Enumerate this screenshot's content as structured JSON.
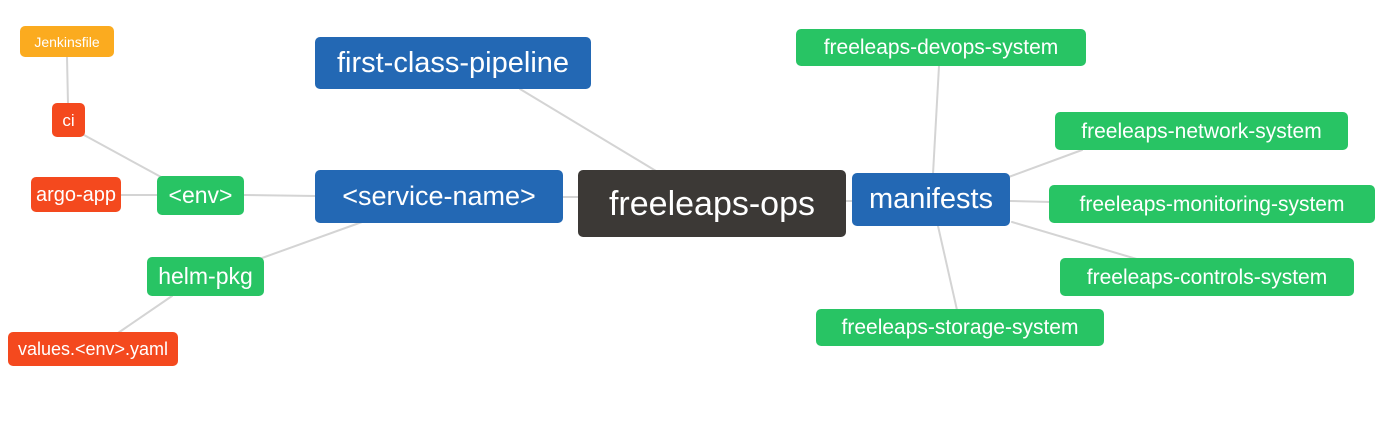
{
  "diagram": {
    "type": "mindmap",
    "center_node": "freeleaps-ops",
    "colors": {
      "blue": "#2368b4",
      "green": "#28c464",
      "red": "#f4491e",
      "orange": "#fbab1f",
      "dark": "#3c3936",
      "edge": "#d4d4d4",
      "background": "#ffffff",
      "text": "#ffffff"
    },
    "nodes": {
      "freeleaps_ops": {
        "label": "freeleaps-ops",
        "color": "dark",
        "role": "root"
      },
      "first_class_pipeline": {
        "label": "first-class-pipeline",
        "color": "blue"
      },
      "service_name": {
        "label": "<service-name>",
        "color": "blue"
      },
      "manifests": {
        "label": "manifests",
        "color": "blue"
      },
      "env": {
        "label": "<env>",
        "color": "green"
      },
      "helm_pkg": {
        "label": "helm-pkg",
        "color": "green"
      },
      "ci": {
        "label": "ci",
        "color": "red"
      },
      "argo_app": {
        "label": "argo-app",
        "color": "red"
      },
      "jenkinsfile": {
        "label": "Jenkinsfile",
        "color": "orange"
      },
      "values_env_yaml": {
        "label": "values.<env>.yaml",
        "color": "red"
      },
      "devops_system": {
        "label": "freeleaps-devops-system",
        "color": "green"
      },
      "network_system": {
        "label": "freeleaps-network-system",
        "color": "green"
      },
      "monitoring_system": {
        "label": "freeleaps-monitoring-system",
        "color": "green"
      },
      "controls_system": {
        "label": "freeleaps-controls-system",
        "color": "green"
      },
      "storage_system": {
        "label": "freeleaps-storage-system",
        "color": "green"
      }
    },
    "edges": [
      {
        "from": "jenkinsfile",
        "to": "ci"
      },
      {
        "from": "ci",
        "to": "env"
      },
      {
        "from": "argo_app",
        "to": "env"
      },
      {
        "from": "env",
        "to": "service_name"
      },
      {
        "from": "helm_pkg",
        "to": "service_name"
      },
      {
        "from": "values_env_yaml",
        "to": "helm_pkg"
      },
      {
        "from": "first_class_pipeline",
        "to": "freeleaps_ops"
      },
      {
        "from": "service_name",
        "to": "freeleaps_ops"
      },
      {
        "from": "freeleaps_ops",
        "to": "manifests"
      },
      {
        "from": "manifests",
        "to": "devops_system"
      },
      {
        "from": "manifests",
        "to": "network_system"
      },
      {
        "from": "manifests",
        "to": "monitoring_system"
      },
      {
        "from": "manifests",
        "to": "controls_system"
      },
      {
        "from": "manifests",
        "to": "storage_system"
      }
    ]
  }
}
